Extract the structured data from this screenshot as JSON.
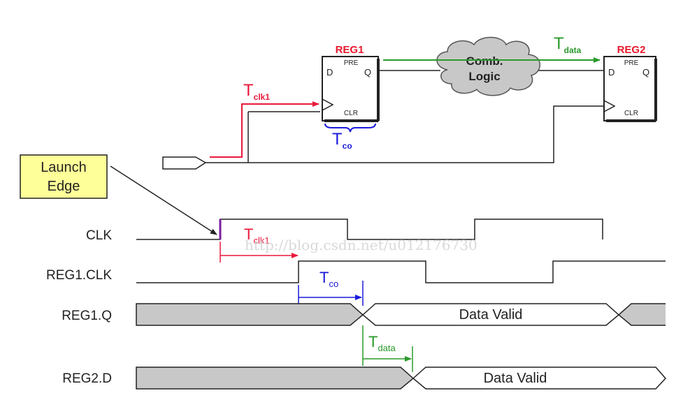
{
  "registers": {
    "reg1": {
      "name": "REG1",
      "pre": "PRE",
      "clr": "CLR",
      "d": "D",
      "q": "Q"
    },
    "reg2": {
      "name": "REG2",
      "pre": "PRE",
      "clr": "CLR",
      "d": "D",
      "q": "Q"
    }
  },
  "comb_logic": {
    "line1": "Comb.",
    "line2": "Logic"
  },
  "annotations": {
    "tdata_main": "T",
    "tdata_sub": "data",
    "tclk1_main": "T",
    "tclk1_sub": "clk1",
    "tco_main": "T",
    "tco_sub": "co"
  },
  "launch_edge": {
    "line1": "Launch",
    "line2": "Edge"
  },
  "timing": {
    "signals": [
      "CLK",
      "REG1.CLK",
      "REG1.Q",
      "REG2.D"
    ],
    "data_valid_reg1q": "Data Valid",
    "data_valid_reg2d": "Data Valid",
    "tclk1_main": "T",
    "tclk1_sub": "clk1",
    "tco_main": "T",
    "tco_sub": "co",
    "tdata_main": "T",
    "tdata_sub": "data"
  },
  "watermark": "http://blog.csdn.net/u012176730",
  "colors": {
    "clock_path": "#e8193c",
    "tco": "#1a1adc",
    "tdata": "#2a9a2a",
    "reg_title": "#e8192c",
    "launch_box": "#ffff99",
    "bus_fill": "#c8c8c8",
    "cloud_fill": "#c8c8c8"
  }
}
